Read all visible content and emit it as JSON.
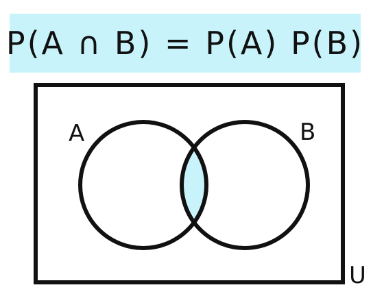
{
  "formula": {
    "text": "P(A ∩ B) = P(A) P(B)"
  },
  "venn": {
    "sets": [
      {
        "label": "A"
      },
      {
        "label": "B"
      }
    ],
    "universe_label": "U",
    "intersection_color": "#c9f3fb",
    "banner_color": "#c9f3fb",
    "stroke_color": "#111111"
  }
}
